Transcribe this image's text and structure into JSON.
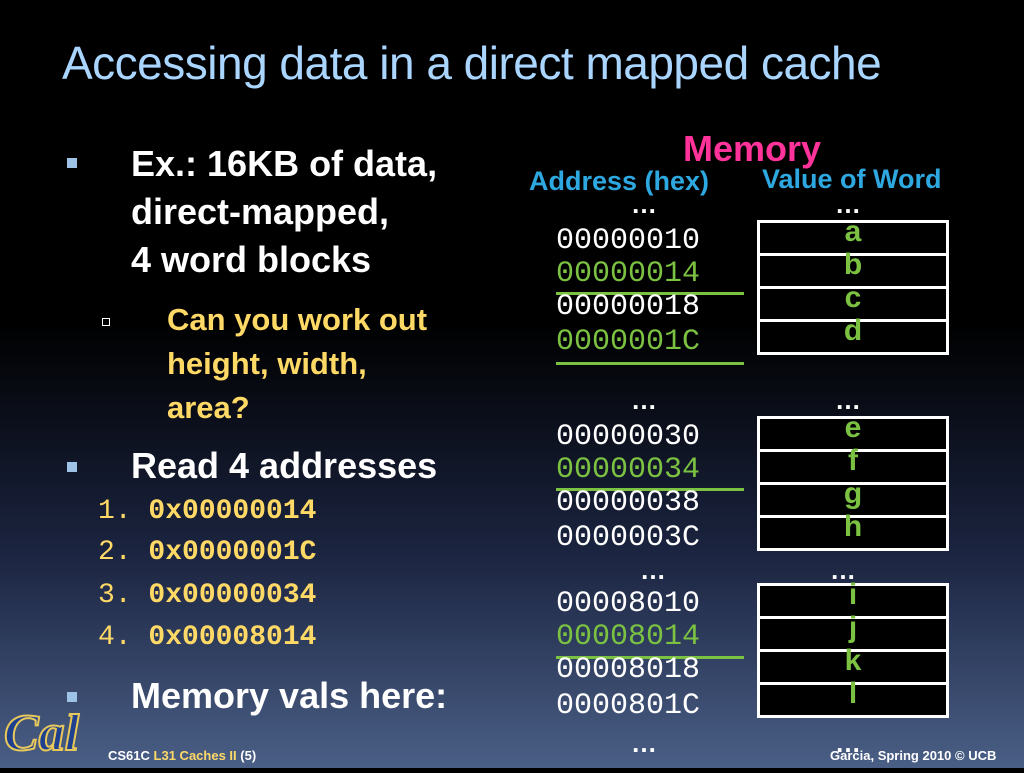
{
  "title": "Accessing data in a direct mapped cache",
  "bullets": {
    "ex_line1": "Ex.: 16KB of data,",
    "ex_line2": "direct-mapped,",
    "ex_line3": "4 word blocks",
    "sub_line1": "Can you work out",
    "sub_line2": "height, width,",
    "sub_line3": "area?",
    "read": "Read 4 addresses",
    "memvals": "Memory vals here:"
  },
  "reads": [
    {
      "n": "1.",
      "v": "0x00000014"
    },
    {
      "n": "2.",
      "v": "0x0000001C"
    },
    {
      "n": "3.",
      "v": "0x00000034"
    },
    {
      "n": "4.",
      "v": "0x00008014"
    }
  ],
  "memory": {
    "heading": "Memory",
    "address_heading": "Address (hex)",
    "value_heading": "Value of Word",
    "ellipsis": "…",
    "groups": [
      {
        "rows": [
          {
            "addr": "00000010",
            "val": "a"
          },
          {
            "addr": "00000014",
            "val": "b"
          },
          {
            "addr": "00000018",
            "val": "c"
          },
          {
            "addr": "0000001C",
            "val": "d"
          }
        ]
      },
      {
        "rows": [
          {
            "addr": "00000030",
            "val": "e"
          },
          {
            "addr": "00000034",
            "val": "f"
          },
          {
            "addr": "00000038",
            "val": "g"
          },
          {
            "addr": "0000003C",
            "val": "h"
          }
        ]
      },
      {
        "rows": [
          {
            "addr": "00008010",
            "val": "i"
          },
          {
            "addr": "00008014",
            "val": "j"
          },
          {
            "addr": "00008018",
            "val": "k"
          },
          {
            "addr": "0000801C",
            "val": "l"
          }
        ]
      }
    ]
  },
  "footer": {
    "course": "CS61C",
    "lecture": "L31 Caches II",
    "page": "(5)",
    "credit": "Garcia, Spring 2010 © UCB"
  },
  "logo_text": "Cal"
}
